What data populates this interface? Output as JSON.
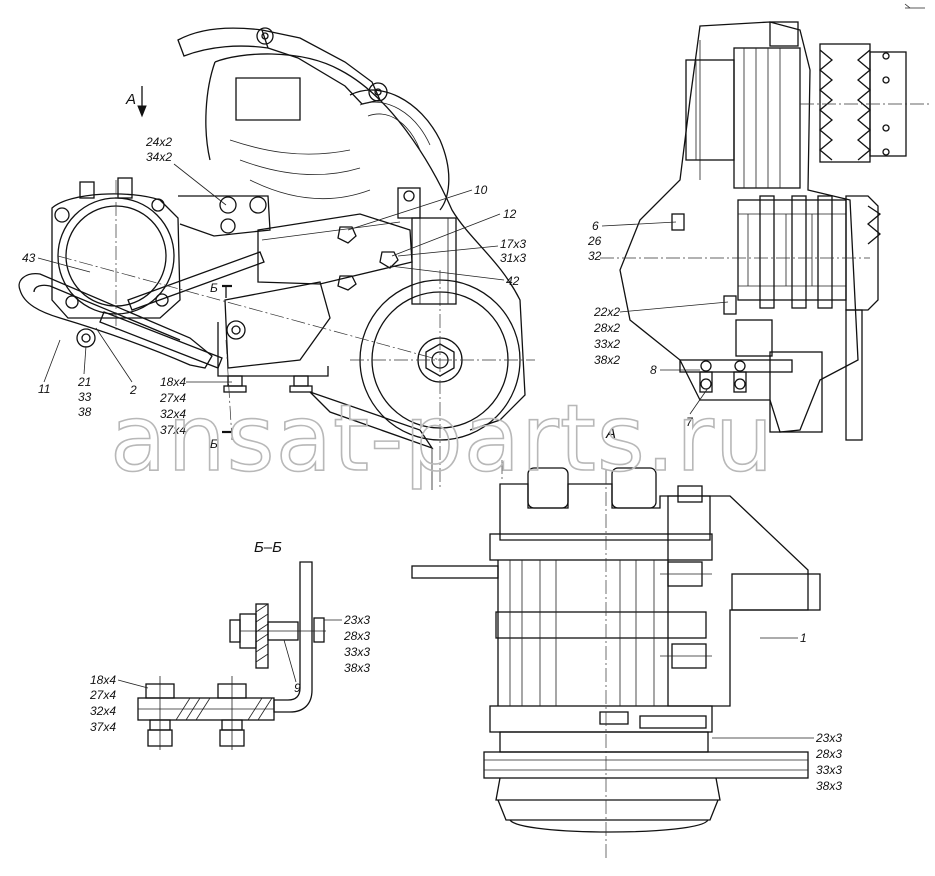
{
  "watermark": "ansat-parts.ru",
  "views": {
    "main": {
      "view_marks": {
        "arrow_a": "А",
        "section_top": "Б",
        "section_bottom": "Б"
      },
      "callouts": {
        "c24_34": [
          "24х2",
          "34х2"
        ],
        "c10": "10",
        "c12": "12",
        "c17_31": [
          "17х3",
          "31х3"
        ],
        "c42": "42",
        "c43": "43",
        "c11": "11",
        "c2": "2",
        "c21_33_38": [
          "21",
          "33",
          "38"
        ],
        "c18_27_32_37": [
          "18х4",
          "27х4",
          "32х4",
          "37х4"
        ]
      }
    },
    "side": {
      "callouts": {
        "c6_26_32": [
          "6",
          "26",
          "32"
        ],
        "c22_28_33_38": [
          "22х2",
          "28х2",
          "33х2",
          "38х2"
        ],
        "c8": "8",
        "c7": "7"
      }
    },
    "section_bb": {
      "title": "Б–Б",
      "callouts": {
        "right": [
          "23х3",
          "28х3",
          "33х3",
          "38х3"
        ],
        "left": [
          "18х4",
          "27х4",
          "32х4",
          "37х4"
        ],
        "c9": "9"
      }
    },
    "view_a": {
      "title": "А",
      "callouts": {
        "c1": "1",
        "bottom": [
          "23х3",
          "28х3",
          "33х3",
          "38х3"
        ]
      }
    }
  }
}
